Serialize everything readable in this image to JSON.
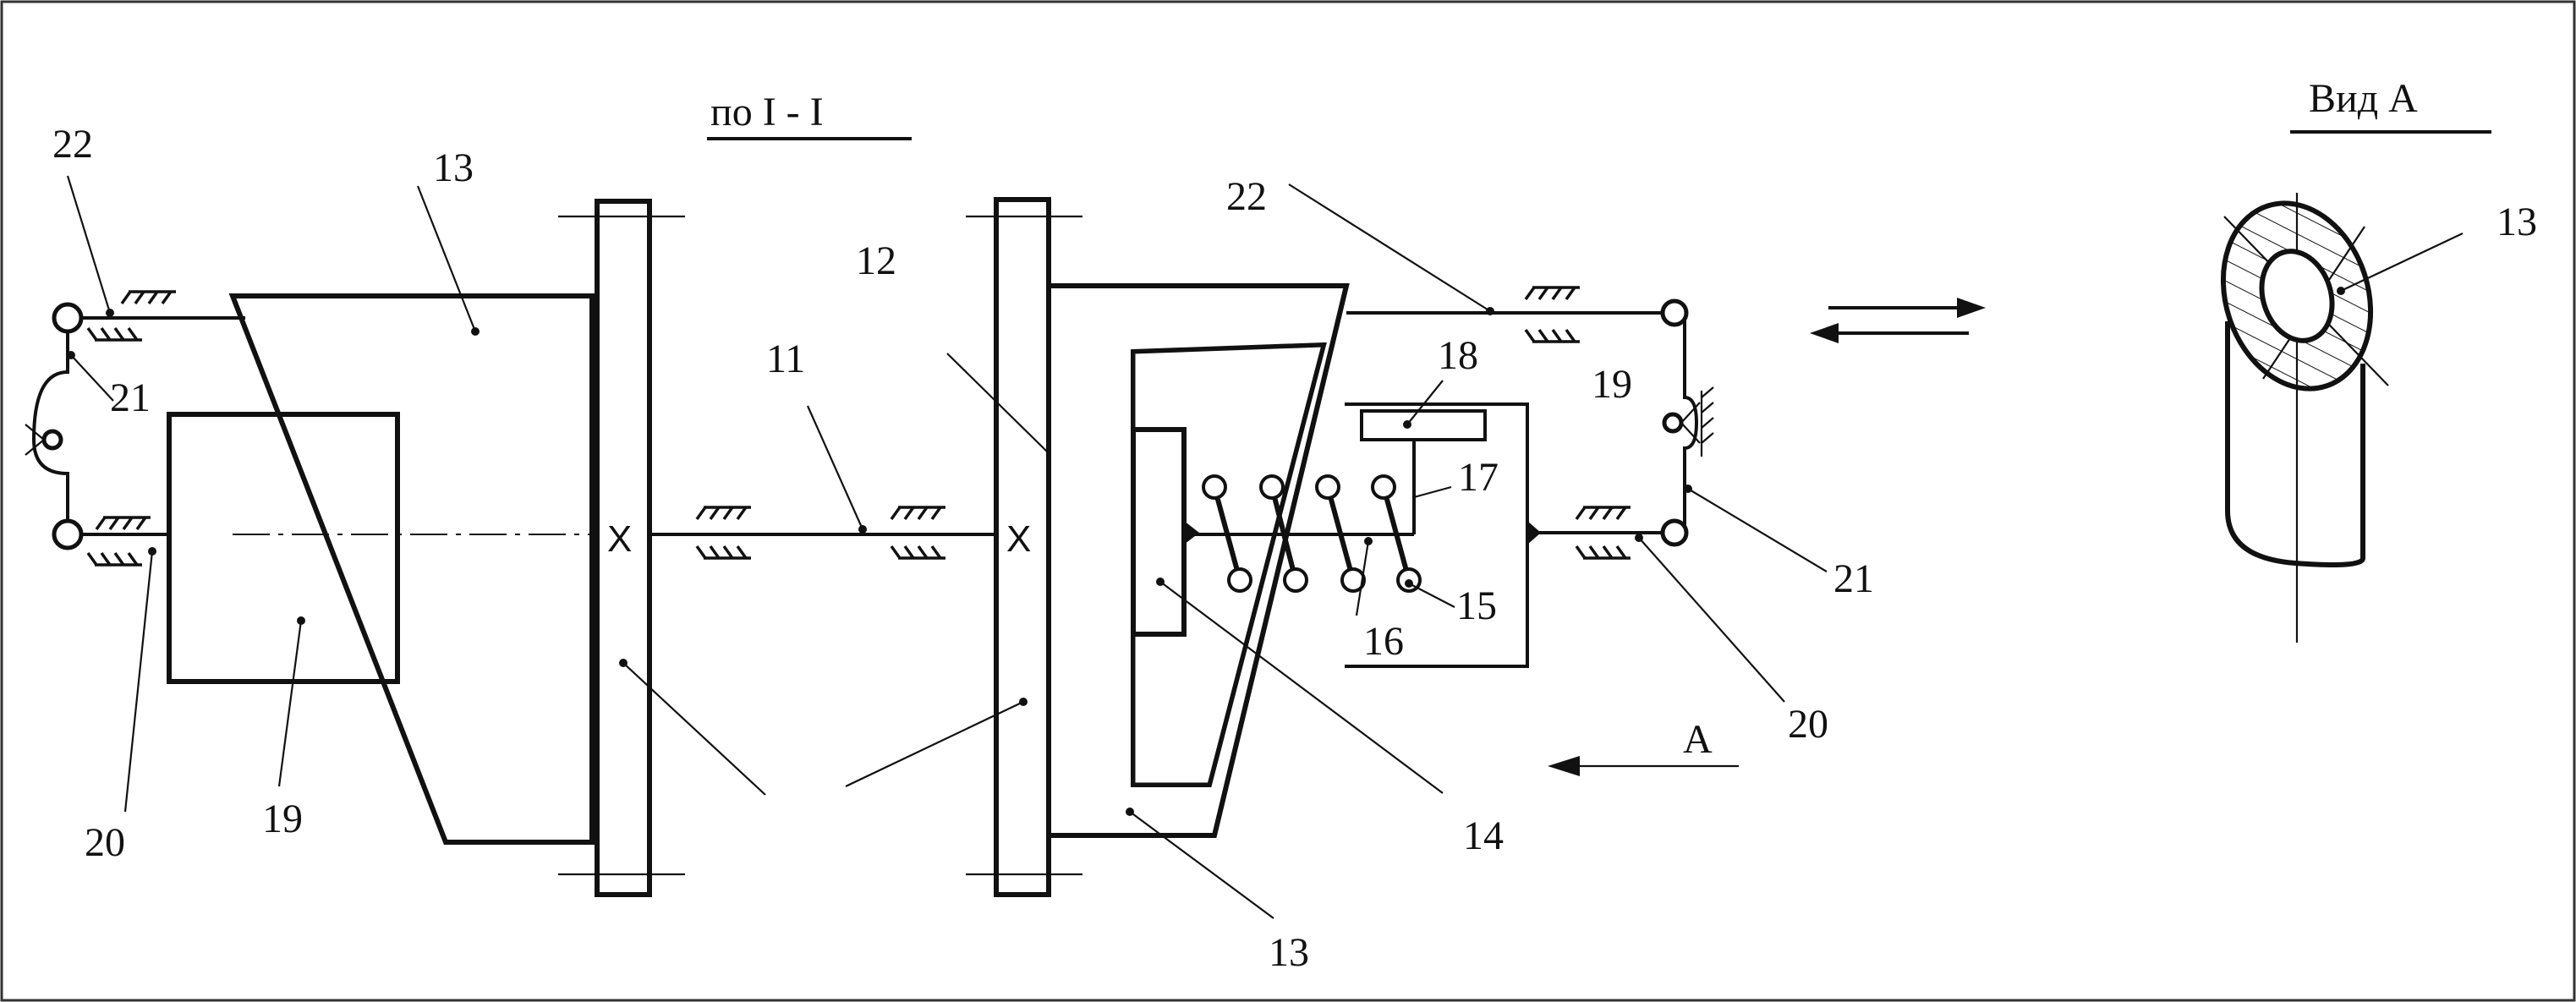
{
  "section_title": "по I - I",
  "view_title": "Вид  А",
  "view_arrow_label": "А",
  "labels": {
    "l22_left": "22",
    "l13_top": "13",
    "l21_left": "21",
    "l20_left": "20",
    "l19_left": "19",
    "l11": "11",
    "l12": "12",
    "l22_right": "22",
    "l18": "18",
    "l19_right": "19",
    "l17": "17",
    "l15": "15",
    "l16": "16",
    "l21_right": "21",
    "l20_right": "20",
    "l14": "14",
    "l13_bottom": "13",
    "l13_view": "13"
  },
  "icons": {
    "motion": "double-arrow-icon",
    "ground": "ground-hatch-icon",
    "hinge": "hinge-icon"
  }
}
